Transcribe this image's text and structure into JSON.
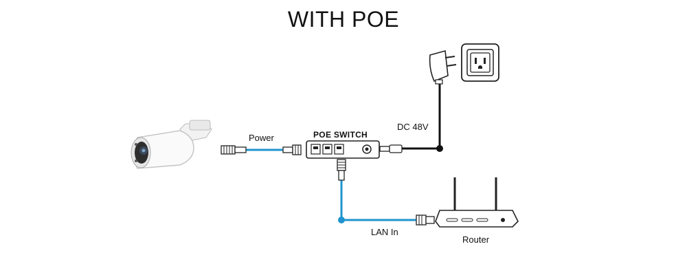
{
  "title": "WITH POE",
  "labels": {
    "power": "Power",
    "poe_switch": "POE SWITCH",
    "dc": "DC 48V",
    "lan_in": "LAN In",
    "router": "Router"
  },
  "colors": {
    "data_cable": "#1f94cf",
    "power_cable": "#111111",
    "device_outline": "#222222"
  },
  "icons": {
    "camera": "bullet-camera-icon",
    "power_adapter": "power-adapter-icon",
    "wall_outlet": "wall-outlet-icon",
    "poe_switch": "poe-switch-icon",
    "router": "router-icon"
  }
}
